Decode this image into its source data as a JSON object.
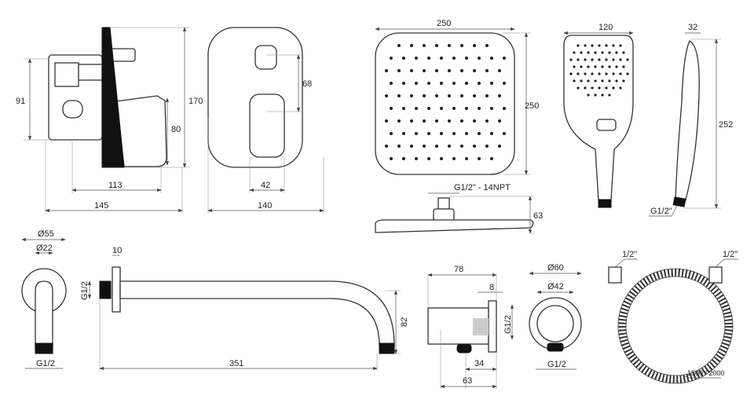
{
  "mixer": {
    "dim_height_body": "91",
    "dim_height_total": "170",
    "dim_lever_height": "80",
    "dim_depth_lever": "113",
    "dim_depth_total": "145"
  },
  "mixer_front": {
    "dim_button_distance": "68",
    "dim_lever_width": "42",
    "dim_width": "140"
  },
  "head_shower": {
    "dim_width": "250",
    "dim_depth": "250",
    "dim_thread": "G1/2\" - 14NPT",
    "dim_height": "63"
  },
  "hand_shower": {
    "dim_width": "120",
    "dim_thickness": "32",
    "dim_length": "252",
    "dim_thread": "G1/2\""
  },
  "wall_elbow": {
    "dim_outer": "Ø55",
    "dim_inner": "Ø22",
    "dim_thread": "G1/2"
  },
  "shower_arm": {
    "dim_flange": "10",
    "dim_thread": "G1/2",
    "dim_drop": "82",
    "dim_length": "351"
  },
  "wall_outlet": {
    "dim_depth": "78",
    "dim_flange": "8",
    "dim_thread": "G1/2",
    "dim_nozzle": "34",
    "dim_total": "63"
  },
  "outlet_front": {
    "dim_outer": "Ø60",
    "dim_inner": "Ø42",
    "dim_thread": "G1/2"
  },
  "hose": {
    "dim_end_left": "1/2\"",
    "dim_end_right": "1/2\"",
    "dim_length": "1500 / 2000"
  }
}
